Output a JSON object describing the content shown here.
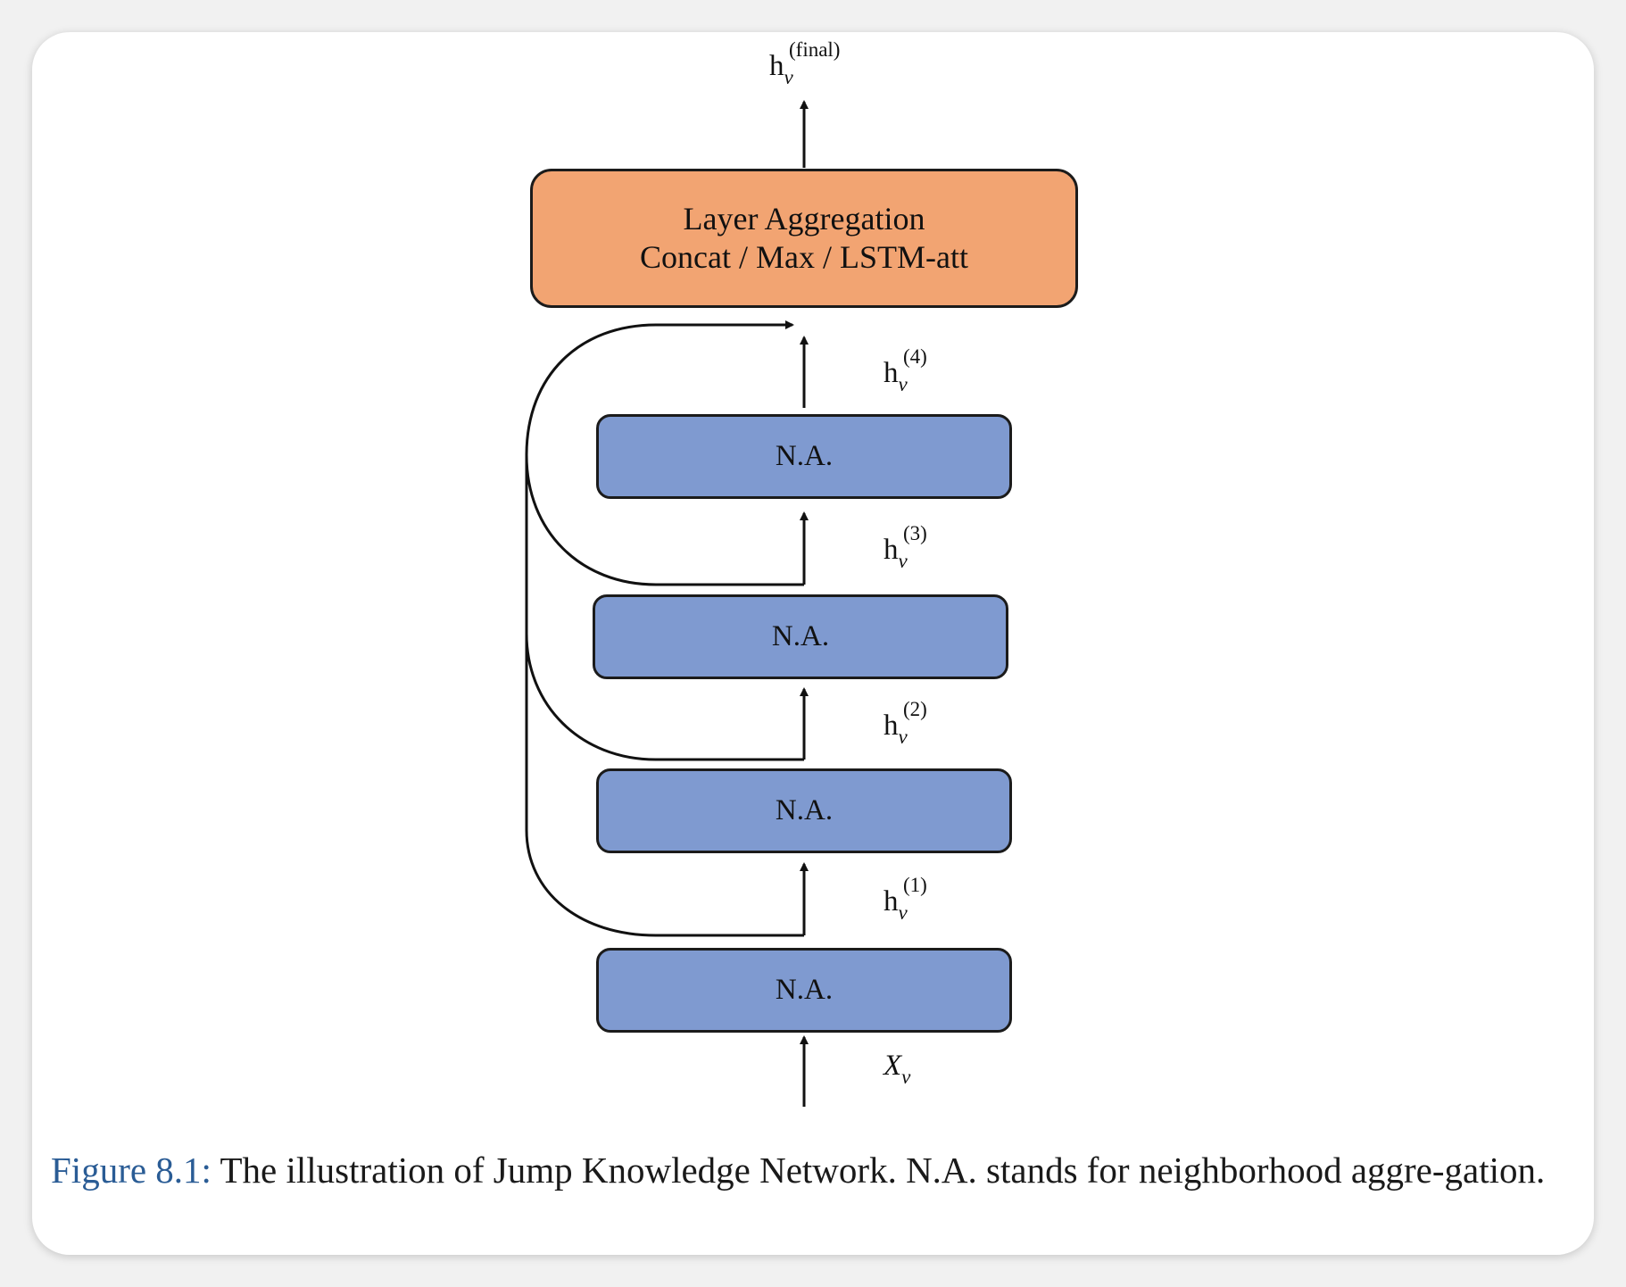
{
  "diagram": {
    "aggregation": {
      "title": "Layer Aggregation",
      "methods": "Concat / Max / LSTM-att"
    },
    "blocks": [
      "N.A.",
      "N.A.",
      "N.A.",
      "N.A."
    ],
    "output_label": {
      "base": "h",
      "sub": "v",
      "sup": "(final)"
    },
    "layer_labels": [
      {
        "base": "h",
        "sub": "v",
        "sup": "(4)"
      },
      {
        "base": "h",
        "sub": "v",
        "sup": "(3)"
      },
      {
        "base": "h",
        "sub": "v",
        "sup": "(2)"
      },
      {
        "base": "h",
        "sub": "v",
        "sup": "(1)"
      }
    ],
    "input_label": {
      "base": "X",
      "sub": "v"
    },
    "colors": {
      "aggregation": "#f2a472",
      "block": "#7f9ad0",
      "stroke": "#111111"
    }
  },
  "caption": {
    "label": "Figure 8.1:",
    "text": "The illustration of Jump Knowledge Network. N.A. stands for neighborhood aggre-gation."
  }
}
